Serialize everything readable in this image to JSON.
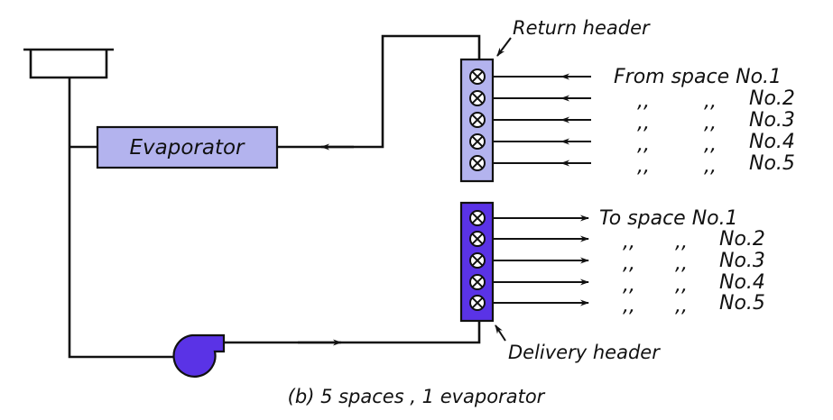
{
  "evaporator": {
    "label": "Evaporator",
    "fill": "#b3b3ee"
  },
  "return_header": {
    "label": "Return header",
    "fill": "#b3b3ee",
    "rows": [
      {
        "col1": "From space",
        "col2": "No.1"
      },
      {
        "col1": ",,",
        "col1b": ",,",
        "col2": "No.2"
      },
      {
        "col1": ",,",
        "col1b": ",,",
        "col2": "No.3"
      },
      {
        "col1": ",,",
        "col1b": ",,",
        "col2": "No.4"
      },
      {
        "col1": ",,",
        "col1b": ",,",
        "col2": "No.5"
      }
    ]
  },
  "delivery_header": {
    "label": "Delivery header",
    "fill": "#5a33e6",
    "rows": [
      {
        "col1": "To space",
        "col2": "No.1"
      },
      {
        "col1": ",,",
        "col1b": ",,",
        "col2": "No.2"
      },
      {
        "col1": ",,",
        "col1b": ",,",
        "col2": "No.3"
      },
      {
        "col1": ",,",
        "col1b": ",,",
        "col2": "No.4"
      },
      {
        "col1": ",,",
        "col1b": ",,",
        "col2": "No.5"
      }
    ]
  },
  "fan": {
    "fill": "#5a33e6"
  },
  "caption": "(b)  5 spaces ,  1 evaporator"
}
